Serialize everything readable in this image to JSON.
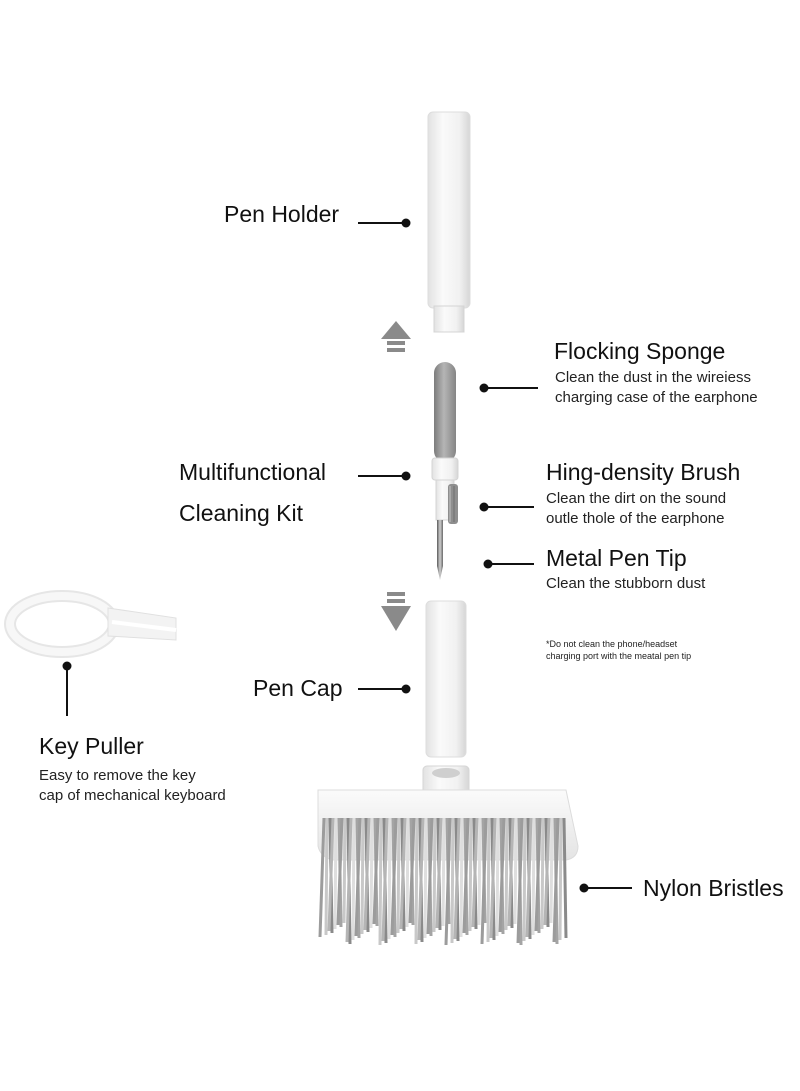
{
  "labels": {
    "pen_holder": "Pen Holder",
    "flocking_sponge": {
      "title": "Flocking Sponge",
      "desc_line1": "Clean the dust in the wireiess",
      "desc_line2": "charging case of the earphone"
    },
    "multifunctional": {
      "line1": "Multifunctional",
      "line2": "Cleaning Kit"
    },
    "brush": {
      "title": "Hing-density Brush",
      "desc_line1": "Clean the dirt on the sound",
      "desc_line2": "outle thole of the earphone"
    },
    "metal_tip": {
      "title": "Metal Pen Tip",
      "desc": "Clean the stubborn dust"
    },
    "warning_note": {
      "line1": "*Do not clean the phone/headset",
      "line2": "charging port with the meatal pen tip"
    },
    "pen_cap": "Pen Cap",
    "key_puller": {
      "title": "Key Puller",
      "desc_line1": "Easy to remove the key",
      "desc_line2": "cap of mechanical keyboard"
    },
    "nylon_bristles": "Nylon Bristles"
  },
  "colors": {
    "text": "#111111",
    "arrow": "#8a8a8a",
    "part_white": "#f4f4f4",
    "part_shadow": "#d9d9d9",
    "sponge_grey": "#9a9a9a",
    "bristle_grey": "#a9a9a9"
  },
  "icons": [
    "up-arrow-icon",
    "down-arrow-icon"
  ]
}
